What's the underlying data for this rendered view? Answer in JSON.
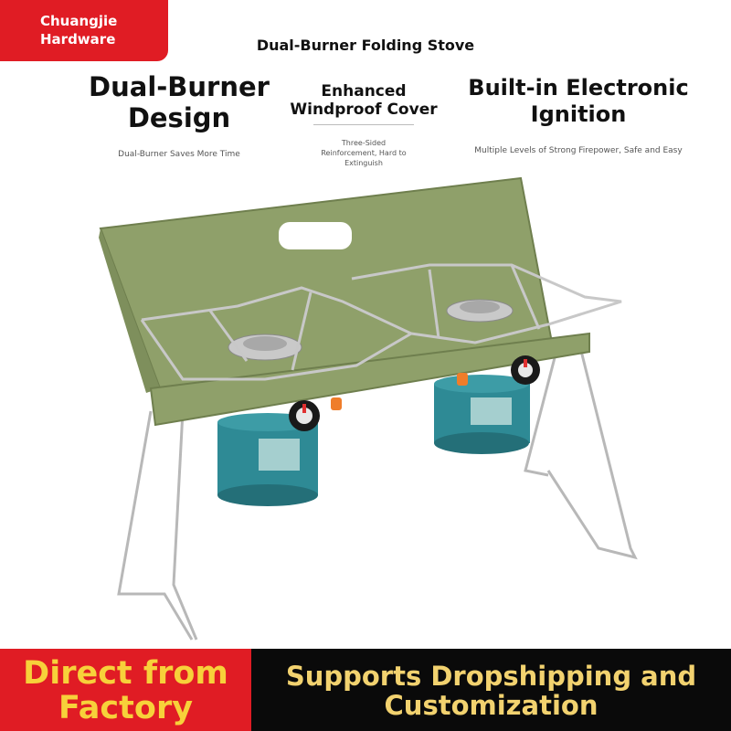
{
  "brand": {
    "line1": "Chuangjie",
    "line2": "Hardware",
    "color": "#e01c24"
  },
  "product_title": "Dual-Burner Folding Stove",
  "features": [
    {
      "title_line1": "Dual-Burner",
      "title_line2": "Design",
      "subtitle": "Dual-Burner Saves More Time"
    },
    {
      "title_line1": "Enhanced",
      "title_line2": "Windproof Cover",
      "subtitle_line1": "Three-Sided",
      "subtitle_line2": "Reinforcement, Hard to",
      "subtitle_line3": "Extinguish"
    },
    {
      "title_line1": "Built-in Electronic",
      "title_line2": "Ignition",
      "subtitle": "Multiple Levels of Strong Firepower, Safe and Easy"
    }
  ],
  "product_image": {
    "stove_color": "#8fa06a",
    "canister_color": "#2e8a95",
    "frame_color": "#b8b8b8"
  },
  "banner_left": {
    "line1": "Direct from",
    "line2": "Factory",
    "bg": "#e01c24",
    "text_color": "#f7d13a"
  },
  "banner_right": {
    "line1": "Supports Dropshipping and",
    "line2": "Customization",
    "bg": "#0a0a0a",
    "text_color": "#f2d26f"
  }
}
